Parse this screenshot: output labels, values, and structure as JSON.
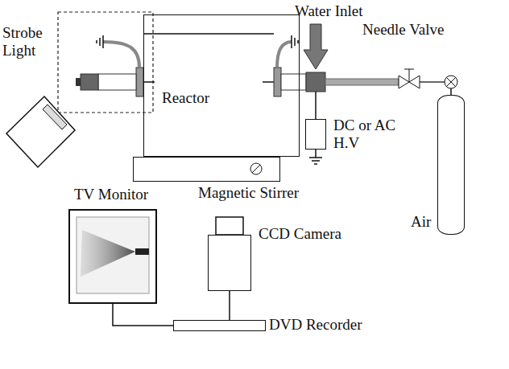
{
  "diagram": {
    "nodes": [
      {
        "text": [
          "Strobe Light"
        ]
      },
      {
        "text": [
          "Reactor"
        ]
      },
      {
        "text": [
          "DC or AC H.V"
        ]
      },
      {
        "text": [
          "Magnetic Stirrer"
        ]
      },
      {
        "text": [
          "Air"
        ]
      },
      {
        "text": [
          "TV Monitor"
        ]
      },
      {
        "text": [
          "CCD Camera"
        ]
      },
      {
        "text": [
          "DVD Recorder"
        ]
      }
    ],
    "edges": [
      {
        "from": 5,
        "to": 7,
        "arrow": "none"
      },
      {
        "from": 6,
        "to": 7,
        "arrow": "none"
      }
    ],
    "labels": [
      "Water Inlet",
      "Needle Valve"
    ]
  }
}
